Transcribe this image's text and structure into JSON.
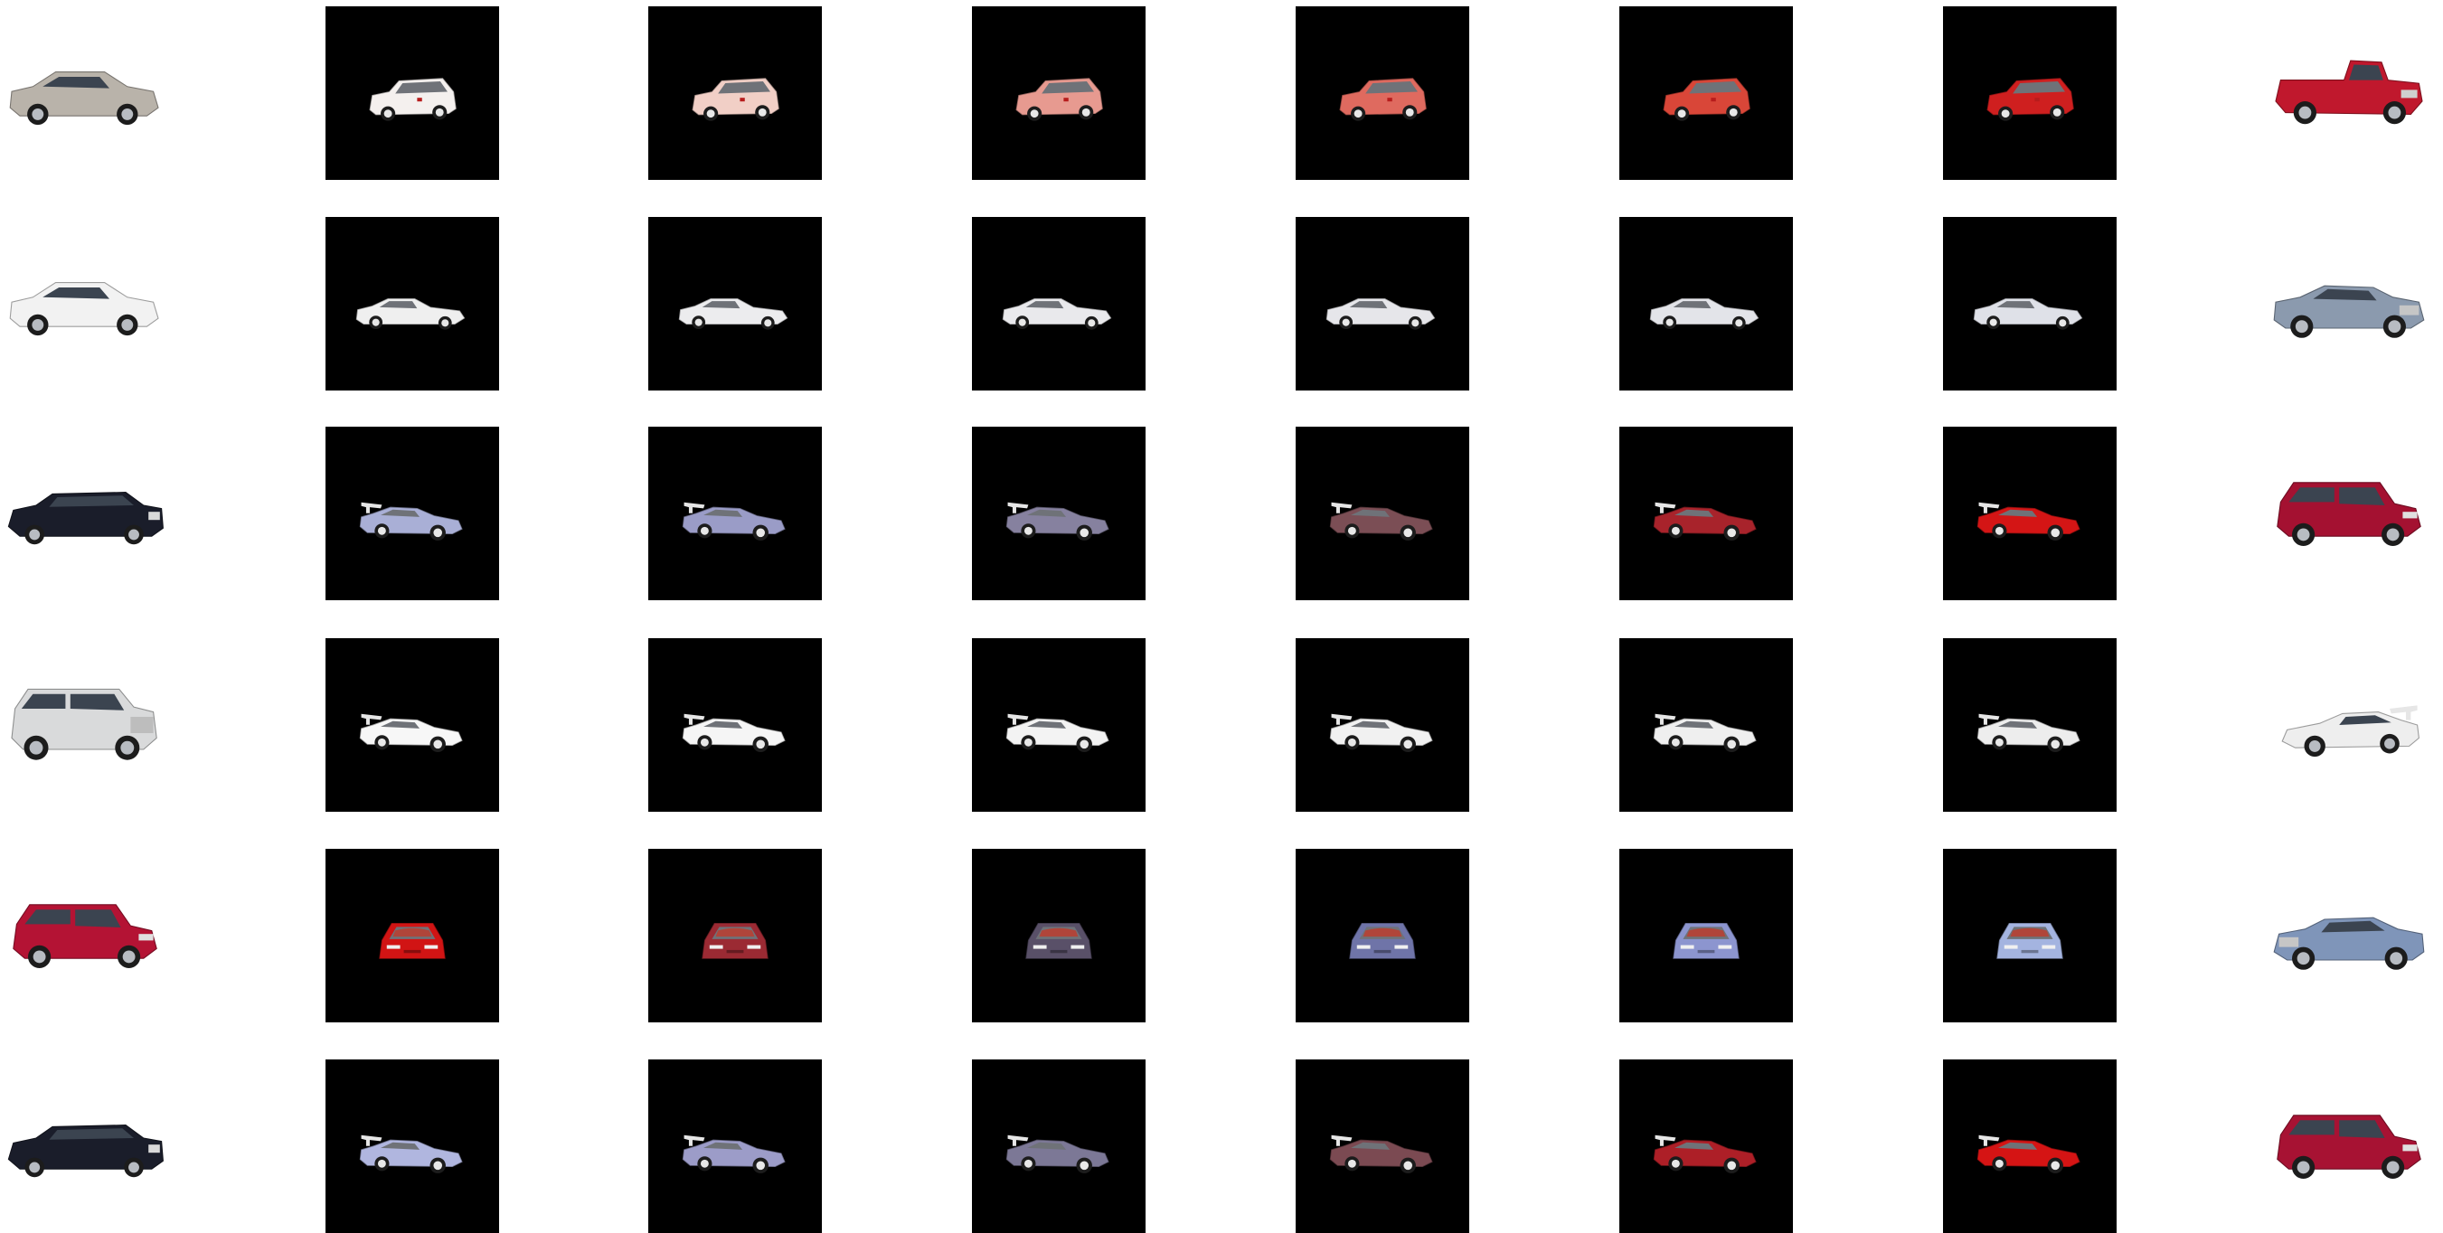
{
  "colors": {
    "background": "#ffffff",
    "render_background": "#000000"
  },
  "rows": [
    {
      "source_photo": {
        "car": "compact-sedan",
        "body_color": "#b9b3aa",
        "view": "left"
      },
      "renders": [
        {
          "car": "station-wagon",
          "body_color": "#f4f0ee",
          "view": "right"
        },
        {
          "car": "station-wagon",
          "body_color": "#f1cfc6",
          "view": "right"
        },
        {
          "car": "station-wagon",
          "body_color": "#e79a90",
          "view": "right"
        },
        {
          "car": "station-wagon",
          "body_color": "#df6a5f",
          "view": "right"
        },
        {
          "car": "station-wagon",
          "body_color": "#d94638",
          "view": "right"
        },
        {
          "car": "station-wagon",
          "body_color": "#cf1f1f",
          "view": "right"
        }
      ],
      "target_photo": {
        "car": "pickup-truck",
        "body_color": "#c0182d",
        "view": "left"
      }
    },
    {
      "source_photo": {
        "car": "sedan",
        "body_color": "#f2f2f2",
        "view": "left"
      },
      "renders": [
        {
          "car": "coupe",
          "body_color": "#efefef",
          "view": "left"
        },
        {
          "car": "coupe",
          "body_color": "#ececee",
          "view": "left"
        },
        {
          "car": "coupe",
          "body_color": "#e9e9ec",
          "view": "left"
        },
        {
          "car": "coupe",
          "body_color": "#e6e6ea",
          "view": "left"
        },
        {
          "car": "coupe",
          "body_color": "#e3e4e9",
          "view": "left"
        },
        {
          "car": "coupe",
          "body_color": "#dfe1e8",
          "view": "left"
        }
      ],
      "target_photo": {
        "car": "convertible",
        "body_color": "#8b9aae",
        "view": "left"
      }
    },
    {
      "source_photo": {
        "car": "limousine",
        "body_color": "#1a1d2a",
        "view": "right"
      },
      "renders": [
        {
          "car": "sports-car",
          "body_color": "#a9afd6",
          "view": "left"
        },
        {
          "car": "sports-car",
          "body_color": "#9a9cc7",
          "view": "left"
        },
        {
          "car": "sports-car",
          "body_color": "#86819f",
          "view": "left"
        },
        {
          "car": "sports-car",
          "body_color": "#7b4e55",
          "view": "left"
        },
        {
          "car": "sports-car",
          "body_color": "#a8232b",
          "view": "left"
        },
        {
          "car": "sports-car",
          "body_color": "#d41515",
          "view": "left"
        }
      ],
      "target_photo": {
        "car": "hatchback",
        "body_color": "#a41131",
        "view": "left"
      }
    },
    {
      "source_photo": {
        "car": "suv",
        "body_color": "#d9dadb",
        "view": "left"
      },
      "renders": [
        {
          "car": "sports-car",
          "body_color": "#f7f7f7",
          "view": "left"
        },
        {
          "car": "sports-car",
          "body_color": "#f5f5f5",
          "view": "left"
        },
        {
          "car": "sports-car",
          "body_color": "#f3f3f3",
          "view": "left"
        },
        {
          "car": "sports-car",
          "body_color": "#f1f1f1",
          "view": "left"
        },
        {
          "car": "sports-car",
          "body_color": "#efefef",
          "view": "left"
        },
        {
          "car": "sports-car",
          "body_color": "#ededed",
          "view": "left"
        }
      ],
      "target_photo": {
        "car": "sports-car",
        "body_color": "#eeeeee",
        "view": "right"
      }
    },
    {
      "source_photo": {
        "car": "hatchback",
        "body_color": "#b41334",
        "view": "left"
      },
      "renders": [
        {
          "car": "sedan-front",
          "body_color": "#d11414",
          "view": "front"
        },
        {
          "car": "sedan-front",
          "body_color": "#9b2a33",
          "view": "front"
        },
        {
          "car": "sedan-front",
          "body_color": "#595068",
          "view": "front"
        },
        {
          "car": "sedan-front",
          "body_color": "#6f74a8",
          "view": "front"
        },
        {
          "car": "sedan-front",
          "body_color": "#8c95cf",
          "view": "front"
        },
        {
          "car": "sedan-front",
          "body_color": "#a4b4e0",
          "view": "front"
        }
      ],
      "target_photo": {
        "car": "convertible",
        "body_color": "#7f95b9",
        "view": "right"
      }
    },
    {
      "source_photo": {
        "car": "limousine",
        "body_color": "#1a1d2a",
        "view": "right"
      },
      "renders": [
        {
          "car": "sports-car",
          "body_color": "#b0b6df",
          "view": "left"
        },
        {
          "car": "sports-car",
          "body_color": "#9c9cc8",
          "view": "left"
        },
        {
          "car": "sports-car",
          "body_color": "#7c7896",
          "view": "left"
        },
        {
          "car": "sports-car",
          "body_color": "#7b4a52",
          "view": "left"
        },
        {
          "car": "sports-car",
          "body_color": "#ad1f27",
          "view": "left"
        },
        {
          "car": "sports-car",
          "body_color": "#d51414",
          "view": "left"
        }
      ],
      "target_photo": {
        "car": "hatchback",
        "body_color": "#a71233",
        "view": "left"
      }
    }
  ]
}
